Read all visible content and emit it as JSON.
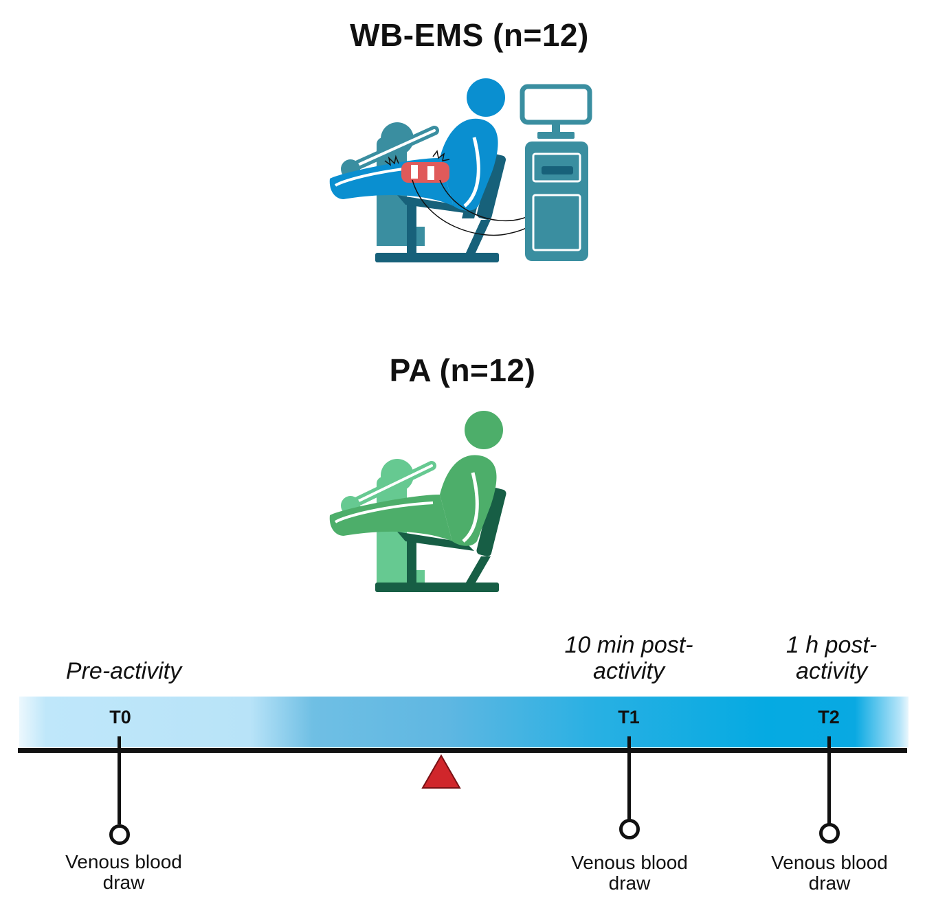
{
  "groups": {
    "wbems": {
      "title": "WB-EMS (n=12)"
    },
    "pa": {
      "title": "PA (n=12)"
    }
  },
  "icons": {
    "wbems_illustration": "leg-extension-with-electrical-stimulation-icon",
    "pa_illustration": "leg-extension-exercise-icon",
    "marker": "warning-triangle-icon"
  },
  "colors": {
    "wbems_figure": "#0a8fd0",
    "wbems_machine": "#3a8ea0",
    "wbems_seat": "#17617a",
    "pa_figure": "#4dae6a",
    "pa_machine": "#66c991",
    "pa_seat": "#175e45",
    "timeline_light": "#bfe7fa",
    "timeline_dark": "#05aae2",
    "marker": "#d0262b"
  },
  "timeline": {
    "phases": [
      {
        "label": "Pre-activity"
      },
      {
        "label": "10 min post-activity"
      },
      {
        "label": "1 h post-activity"
      }
    ],
    "points": [
      {
        "label": "T0",
        "event": "Venous blood draw"
      },
      {
        "label": "T1",
        "event": "Venous blood draw"
      },
      {
        "label": "T2",
        "event": "Venous blood draw"
      }
    ]
  }
}
